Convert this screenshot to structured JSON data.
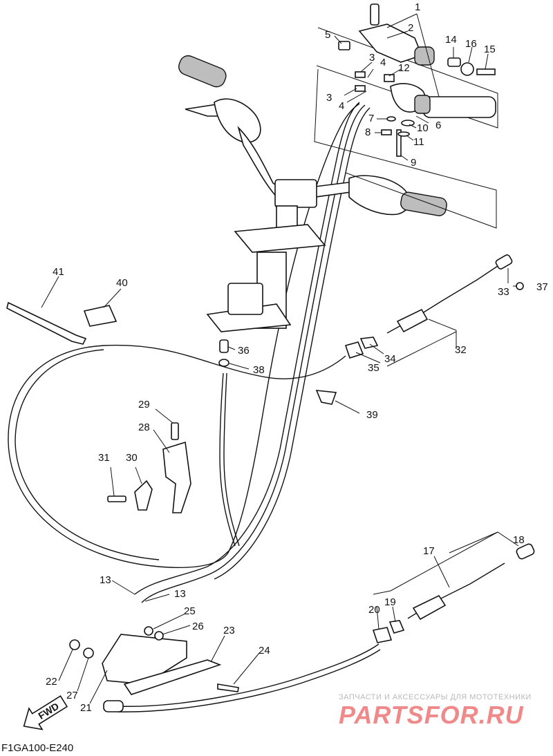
{
  "figure_code": "F1GA100-E240",
  "watermark": {
    "tagline": "ЗАПЧАСТИ И АКСЕССУАРЫ ДЛЯ МОТОТЕХНИКИ",
    "logo": "PARTSFOR.RU"
  },
  "direction_label": "FWD",
  "callouts": {
    "c1": "1",
    "c2": "2",
    "c3a": "3",
    "c3b": "3",
    "c4a": "4",
    "c4b": "4",
    "c5": "5",
    "c6": "6",
    "c7": "7",
    "c8": "8",
    "c9": "9",
    "c10": "10",
    "c11": "11",
    "c12": "12",
    "c13a": "13",
    "c13b": "13",
    "c14": "14",
    "c15": "15",
    "c16": "16",
    "c17": "17",
    "c18": "18",
    "c19": "19",
    "c20": "20",
    "c21": "21",
    "c22": "22",
    "c23": "23",
    "c24": "24",
    "c25": "25",
    "c26": "26",
    "c27": "27",
    "c28": "28",
    "c29": "29",
    "c30": "30",
    "c31": "31",
    "c32": "32",
    "c33": "33",
    "c34": "34",
    "c35": "35",
    "c36": "36",
    "c37": "37",
    "c38": "38",
    "c39": "39",
    "c40": "40",
    "c41": "41"
  }
}
